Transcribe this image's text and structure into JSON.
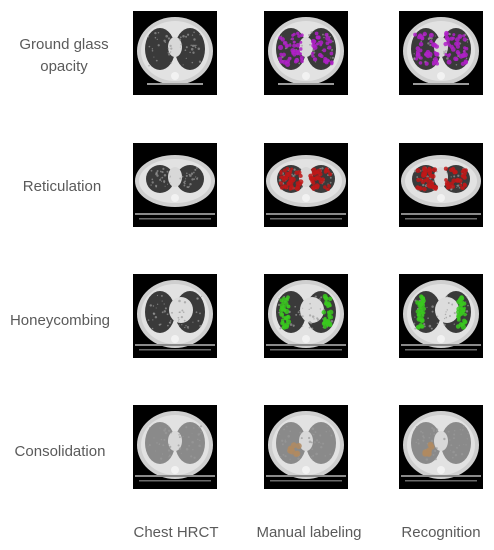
{
  "rows": [
    {
      "label": "Ground glass opacity",
      "label_lines": [
        "Ground glass",
        "opacity"
      ],
      "overlay_color": "#b020c8"
    },
    {
      "label": "Reticulation",
      "label_lines": [
        "Reticulation"
      ],
      "overlay_color": "#c01818"
    },
    {
      "label": "Honeycombing",
      "label_lines": [
        "Honeycombing"
      ],
      "overlay_color": "#39c81e"
    },
    {
      "label": "Consolidation",
      "label_lines": [
        "Consolidation"
      ],
      "overlay_color": "#b08a60"
    }
  ],
  "columns": [
    {
      "label": "Chest HRCT"
    },
    {
      "label": "Manual labeling"
    },
    {
      "label": "Recognition"
    }
  ]
}
